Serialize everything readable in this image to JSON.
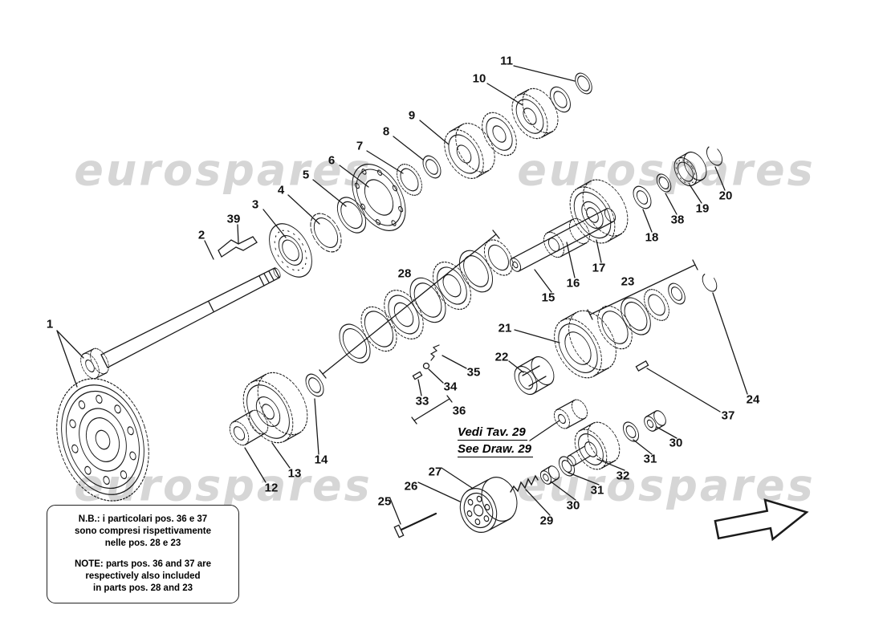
{
  "watermark": {
    "text": "eurospares",
    "color": "#d6d6d6"
  },
  "callouts": [
    "11",
    "10",
    "9",
    "8",
    "7",
    "6",
    "5",
    "4",
    "3",
    "39",
    "2",
    "1",
    "28",
    "15",
    "16",
    "17",
    "18",
    "38",
    "19",
    "20",
    "23",
    "21",
    "22",
    "24",
    "37",
    "35",
    "34",
    "33",
    "36",
    "12",
    "13",
    "14",
    "25",
    "26",
    "27",
    "29",
    "30",
    "31",
    "32",
    "31",
    "30"
  ],
  "see_also": {
    "line1": "Vedi Tav. 29",
    "line2": "See Draw. 29"
  },
  "note_box": {
    "lines": [
      "N.B.: i particolari pos. 36 e 37",
      "sono compresi rispettivamente",
      "nelle pos. 28 e 23",
      "NOTE: parts pos. 36 and 37 are",
      "respectively also included",
      "in parts pos. 28 and 23"
    ]
  }
}
